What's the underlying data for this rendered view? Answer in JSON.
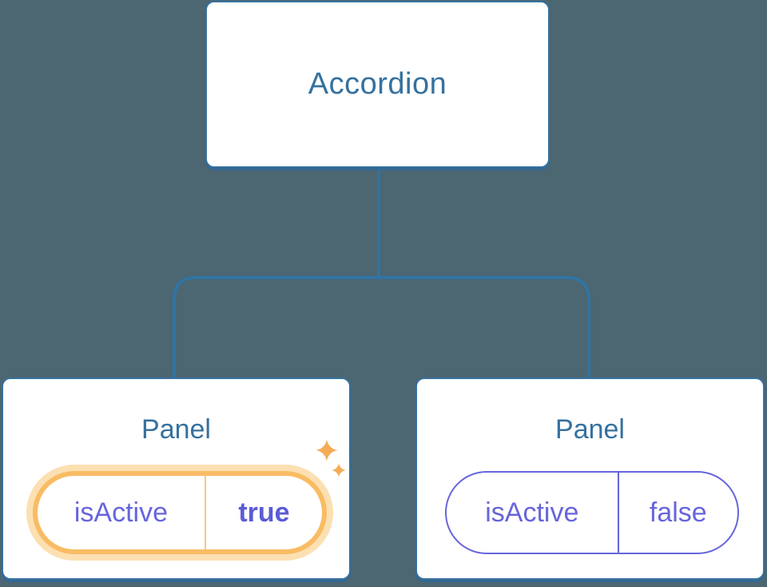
{
  "colors": {
    "background": "#4C6672",
    "node_fill": "#FFFFFF",
    "node_border": "#35719F",
    "node_text": "#35719F",
    "connector": "#2F74A4",
    "state_text": "#6765DB",
    "state_value_active_text": "#5B5BD6",
    "active_pill_border": "#F9BC64",
    "active_pill_glow": "#FCE0B2",
    "sparkle": "#F5AC55"
  },
  "root_node": {
    "label": "Accordion"
  },
  "panels": [
    {
      "title": "Panel",
      "state_key": "isActive",
      "state_value": "true",
      "active": true
    },
    {
      "title": "Panel",
      "state_key": "isActive",
      "state_value": "false",
      "active": false
    }
  ]
}
